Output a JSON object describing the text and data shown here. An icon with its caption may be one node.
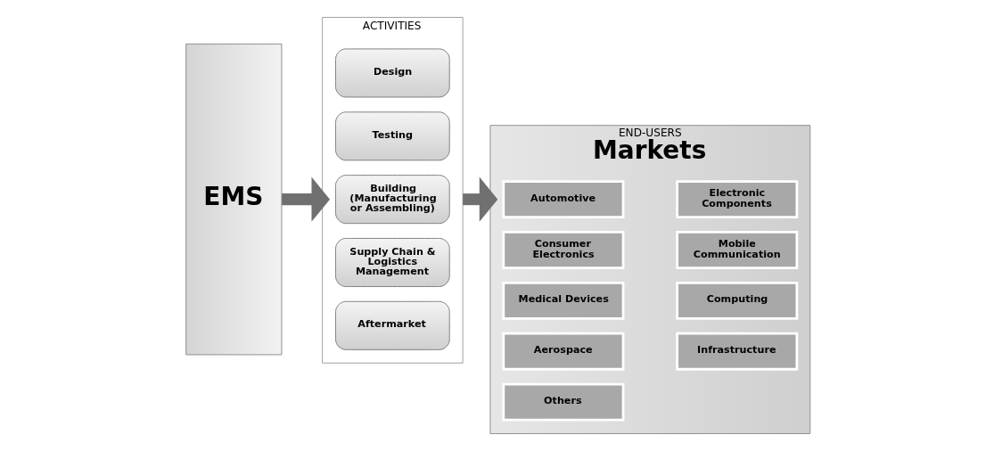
{
  "diagram": {
    "nodes": [
      {
        "text": [
          "EMS"
        ]
      },
      {
        "text": [
          "ACTIVITIES"
        ]
      },
      {
        "text": [
          "Design"
        ],
        "in": 1
      },
      {
        "text": [
          "Testing"
        ],
        "in": 1
      },
      {
        "text": [
          "Building (Manufacturing or Assembling)"
        ],
        "in": 1
      },
      {
        "text": [
          "Supply Chain & Logistics Management"
        ],
        "in": 1
      },
      {
        "text": [
          "Aftermarket"
        ],
        "in": 1
      },
      {
        "text": [
          "END-USERS",
          "Markets"
        ]
      },
      {
        "text": [
          "Automotive"
        ],
        "in": 7
      },
      {
        "text": [
          "Electronic Components"
        ],
        "in": 7
      },
      {
        "text": [
          "Consumer Electronics"
        ],
        "in": 7
      },
      {
        "text": [
          "Mobile Communication"
        ],
        "in": 7
      },
      {
        "text": [
          "Medical Devices"
        ],
        "in": 7
      },
      {
        "text": [
          "Computing"
        ],
        "in": 7
      },
      {
        "text": [
          "Aerospace"
        ],
        "in": 7
      },
      {
        "text": [
          "Infrastructure"
        ],
        "in": 7
      },
      {
        "text": [
          "Others"
        ],
        "in": 7
      }
    ],
    "edges": [
      {
        "from": 0,
        "to": 1,
        "arrow": "to"
      },
      {
        "from": 1,
        "to": 7,
        "arrow": "to"
      }
    ]
  }
}
